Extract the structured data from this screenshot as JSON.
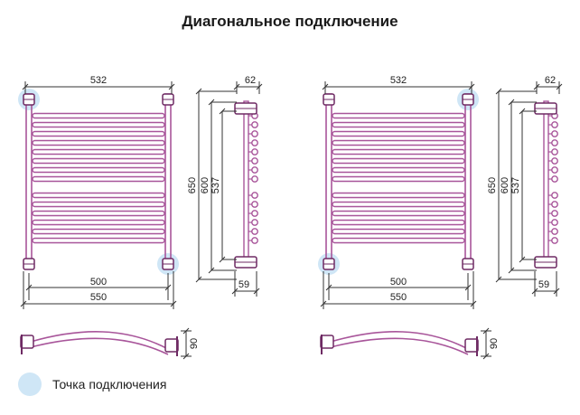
{
  "title": "Диагональное подключение",
  "legend": {
    "label": "Точка подключения",
    "color": "#cfe6f6"
  },
  "colors": {
    "pipe": "#a8559a",
    "pipe_dark": "#6e2a63",
    "dim_line": "#333333",
    "highlight": "#cfe6f6"
  },
  "variants": [
    {
      "name": "left-top-to-right-bottom",
      "connection_points": [
        "top-left",
        "bottom-right"
      ],
      "dims": {
        "top_width": "532",
        "depth": "62",
        "heights": [
          "650",
          "600",
          "537"
        ],
        "bottom_depth": "59",
        "axis_width": "500",
        "total_width": "550",
        "profile_depth": "90"
      }
    },
    {
      "name": "right-top-to-left-bottom",
      "connection_points": [
        "top-right",
        "bottom-left"
      ],
      "dims": {
        "top_width": "532",
        "depth": "62",
        "heights": [
          "650",
          "600",
          "537"
        ],
        "bottom_depth": "59",
        "axis_width": "500",
        "total_width": "550",
        "profile_depth": "90"
      }
    }
  ]
}
